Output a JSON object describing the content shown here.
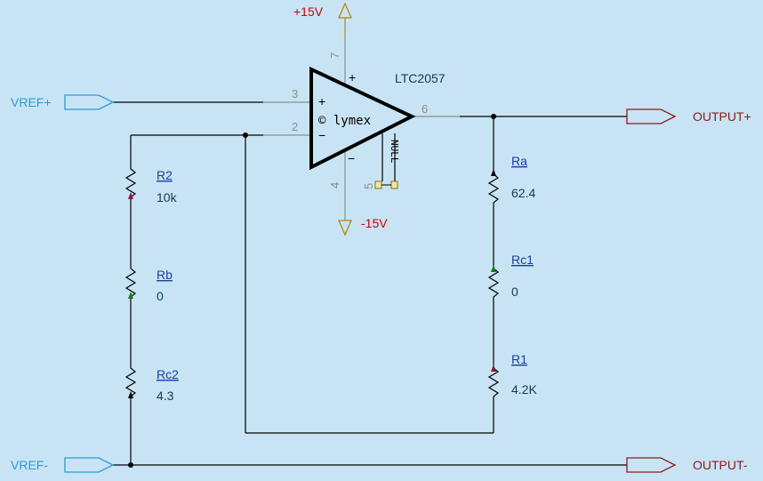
{
  "supplies": {
    "positive": "+15V",
    "negative": "-15V"
  },
  "opamp": {
    "part": "LTC2057",
    "watermark": "© lymex",
    "null_label": "NULL",
    "plus_sign": "+",
    "minus_sign": "−",
    "pins": {
      "in_plus": "3",
      "in_minus": "2",
      "out": "6",
      "v_plus": "7",
      "v_minus": "4",
      "null": "5"
    }
  },
  "ports": {
    "vref_plus": "VREF+",
    "vref_minus": "VREF-",
    "output_plus": "OUTPUT+",
    "output_minus": "OUTPUT-"
  },
  "resistors": [
    {
      "id": "r2",
      "name": "R2",
      "value": "10k"
    },
    {
      "id": "rb",
      "name": "Rb",
      "value": "0"
    },
    {
      "id": "rc2",
      "name": "Rc2",
      "value": "4.3"
    },
    {
      "id": "ra",
      "name": "Ra",
      "value": "62.4"
    },
    {
      "id": "rc1",
      "name": "Rc1",
      "value": "0"
    },
    {
      "id": "r1",
      "name": "R1",
      "value": "4.2K"
    }
  ],
  "colors": {
    "background": "#c8e4f4",
    "wire": "#000000",
    "port_input": "#2a9bd4",
    "port_output": "#8b1a1a",
    "supply_text": "#cc0000",
    "supply_symbol": "#b8860b",
    "name_text": "#1a3e9e",
    "value_text": "#0e3a5c"
  }
}
